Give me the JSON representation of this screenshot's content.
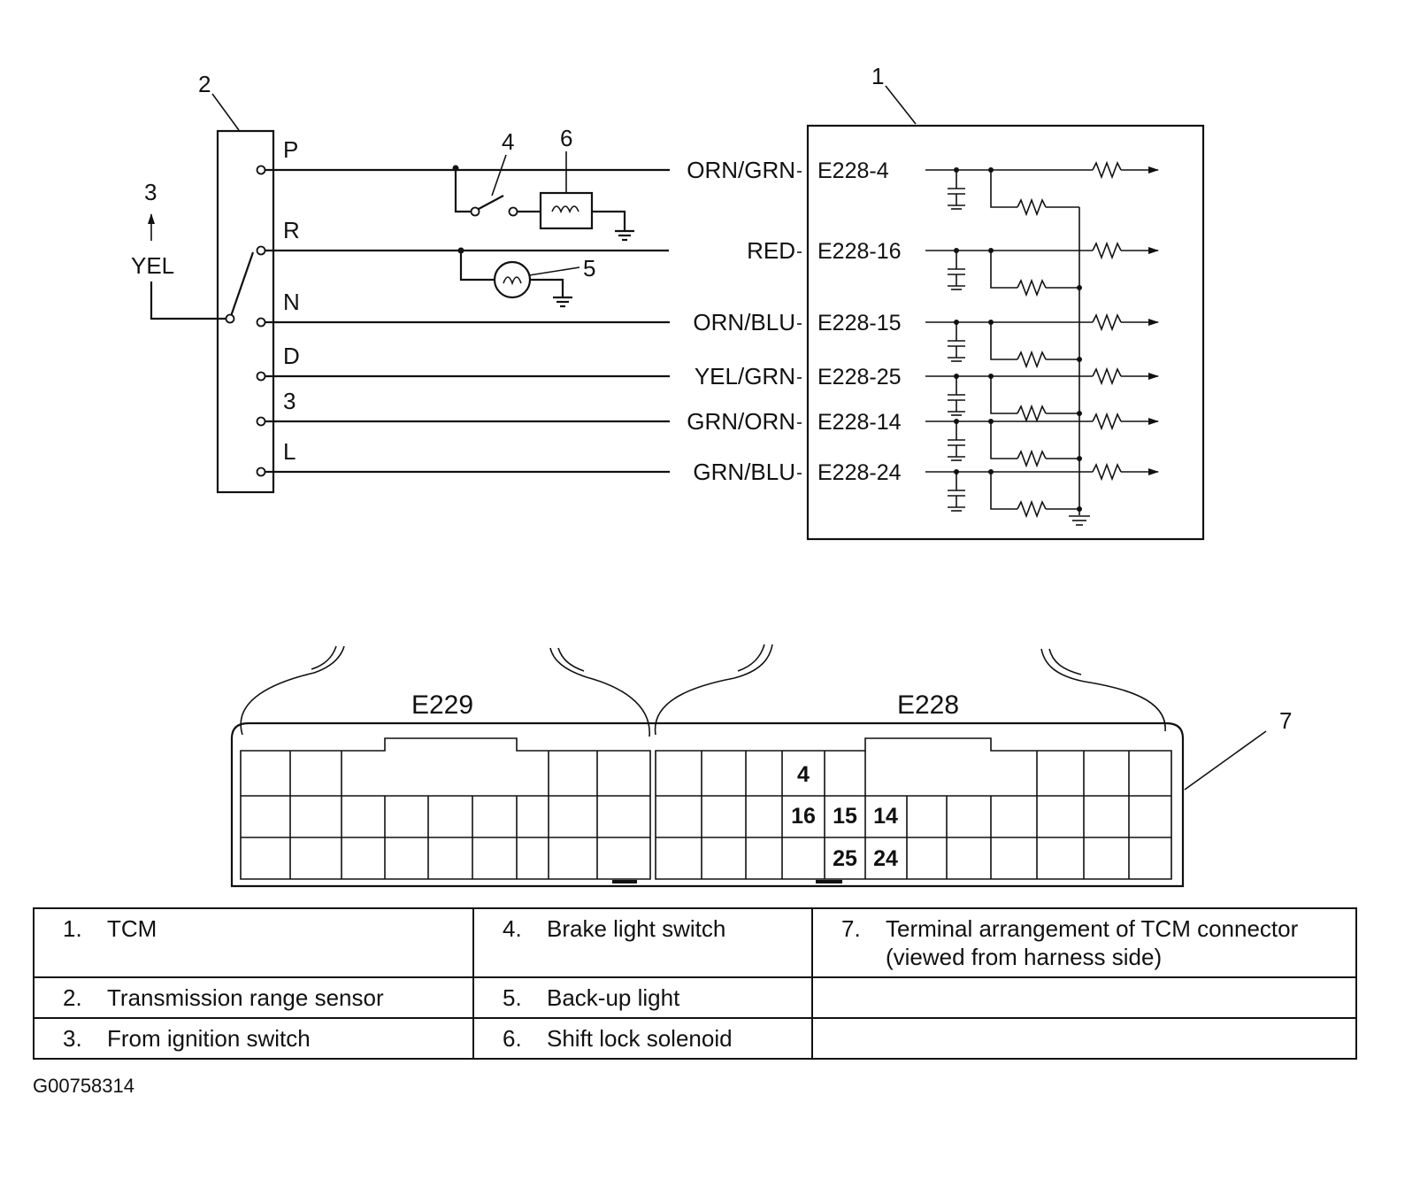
{
  "callouts": {
    "tcm": "1",
    "trs": "2",
    "ign": "3",
    "brake": "4",
    "backup": "5",
    "solenoid": "6",
    "connector": "7"
  },
  "feed_wire": "YEL",
  "positions": [
    "P",
    "R",
    "N",
    "D",
    "3",
    "L"
  ],
  "wires": [
    "ORN/GRN",
    "RED",
    "ORN/BLU",
    "YEL/GRN",
    "GRN/ORN",
    "GRN/BLU"
  ],
  "pins": [
    "E228-4",
    "E228-16",
    "E228-15",
    "E228-25",
    "E228-14",
    "E228-24"
  ],
  "connectors": {
    "left": "E229",
    "right": "E228"
  },
  "connector_cells": {
    "c4": "4",
    "c16": "16",
    "c15": "15",
    "c14": "14",
    "c25": "25",
    "c24": "24"
  },
  "legend": [
    [
      {
        "num": "1.",
        "text": "TCM"
      },
      {
        "num": "4.",
        "text": "Brake light switch"
      },
      {
        "num": "7.",
        "text": "Terminal arrangement of TCM connector (viewed from harness side)"
      }
    ],
    [
      {
        "num": "2.",
        "text": "Transmission range sensor"
      },
      {
        "num": "5.",
        "text": "Back-up light"
      },
      {
        "num": "",
        "text": ""
      }
    ],
    [
      {
        "num": "3.",
        "text": "From ignition switch"
      },
      {
        "num": "6.",
        "text": "Shift lock solenoid"
      },
      {
        "num": "",
        "text": ""
      }
    ]
  ],
  "figure_id": "G00758314"
}
